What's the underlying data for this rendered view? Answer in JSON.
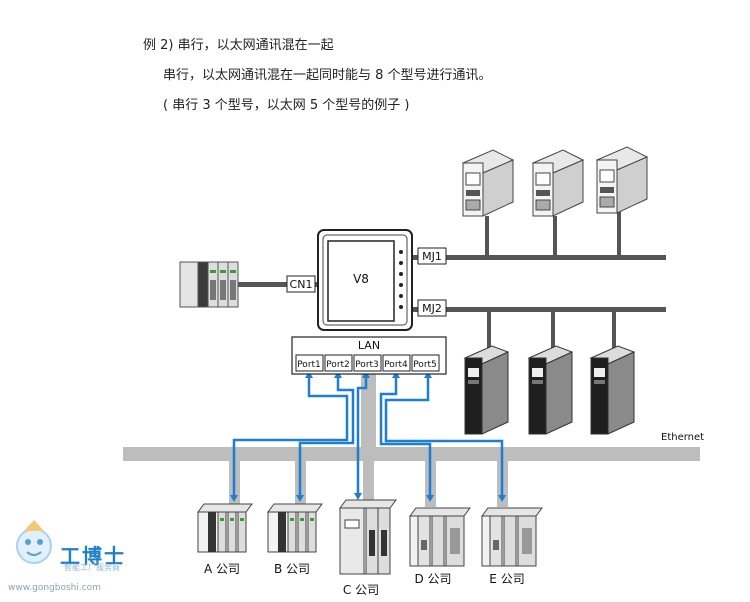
{
  "heading": {
    "line1": "例 2) 串行，以太网通讯混在一起",
    "line2": "串行，以太网通讯混在一起同时能与 8 个型号进行通讯。",
    "line3": "( 串行 3 个型号，以太网 5 个型号的例子 )"
  },
  "hmi": {
    "model": "V8",
    "serial_port": "CN1",
    "mj1": "MJ1",
    "mj2": "MJ2"
  },
  "lan": {
    "label": "LAN",
    "ports": [
      "Port1",
      "Port2",
      "Port3",
      "Port4",
      "Port5"
    ]
  },
  "network": {
    "ethernet_label": "Ethernet"
  },
  "companies": [
    "A 公司",
    "B 公司",
    "C 公司",
    "D 公司",
    "E 公司"
  ],
  "colors": {
    "bus": "#b8b8b8",
    "link": "#1e7fd0",
    "cable": "#555555"
  },
  "watermark": {
    "name": "工博士",
    "slogan": "智能工厂服务商",
    "url": "www.gongboshi.com"
  }
}
